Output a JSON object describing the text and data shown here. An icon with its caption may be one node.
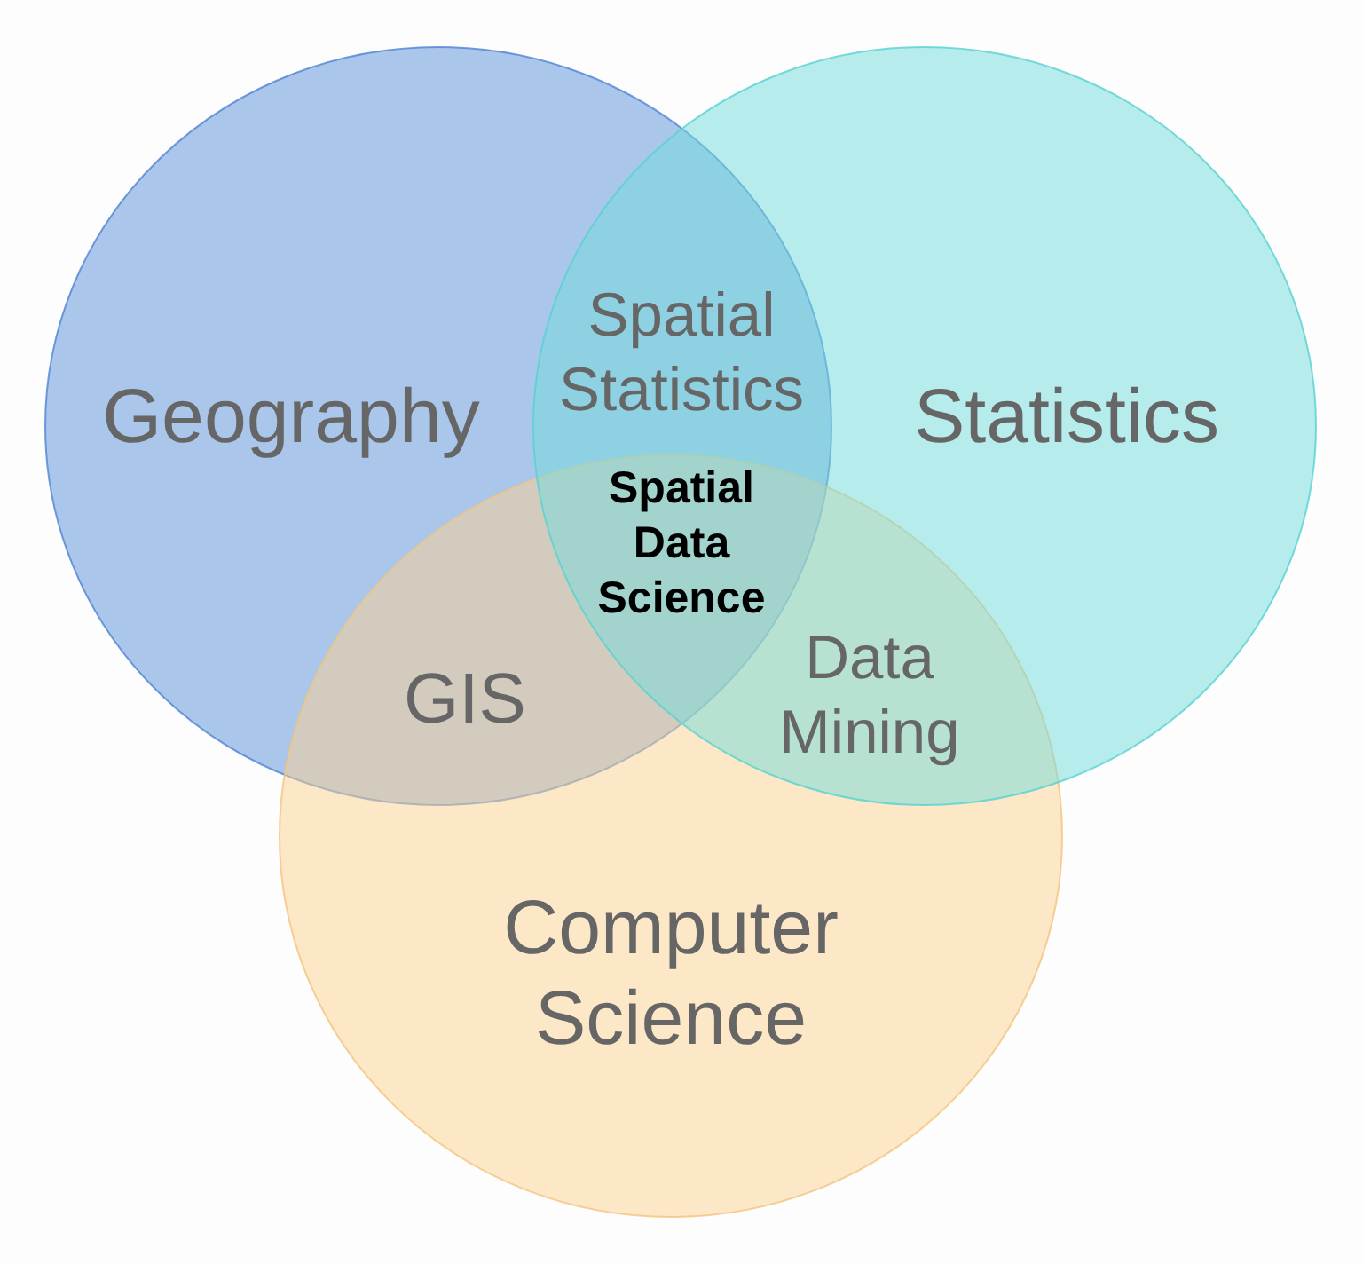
{
  "diagram": {
    "nodes": [
      {
        "text": [
          "Geography"
        ]
      },
      {
        "text": [
          "Statistics"
        ]
      },
      {
        "text": [
          "Computer Science"
        ]
      }
    ],
    "labels": [
      "Spatial Statistics",
      "Spatial Data Science",
      "GIS",
      "Data Mining"
    ]
  }
}
